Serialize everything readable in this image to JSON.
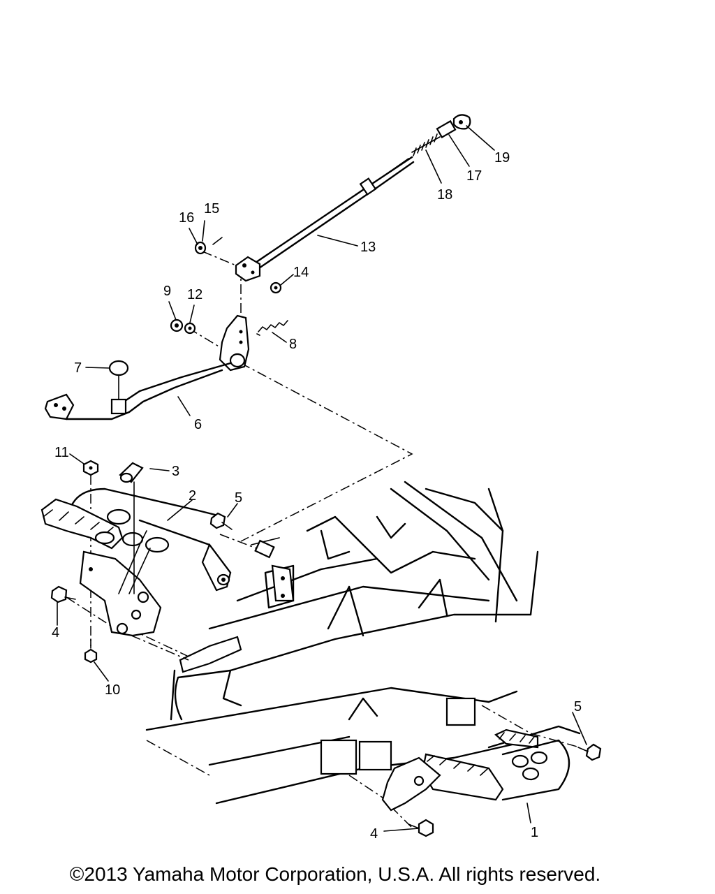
{
  "copyright": "©2013 Yamaha Motor Corporation, U.S.A. All rights reserved.",
  "callouts": [
    "1",
    "2",
    "3",
    "4",
    "4",
    "5",
    "5",
    "6",
    "7",
    "8",
    "9",
    "10",
    "11",
    "12",
    "13",
    "14",
    "15",
    "16",
    "17",
    "18",
    "19"
  ]
}
